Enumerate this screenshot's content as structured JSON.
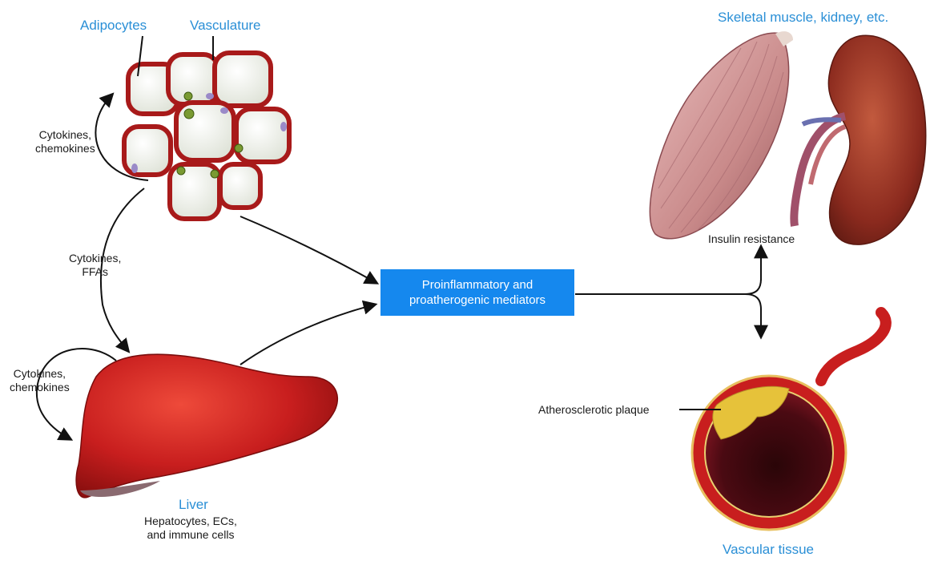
{
  "labels": {
    "adipocytes": "Adipocytes",
    "vasculature": "Vasculature",
    "skeletal_muscle_kidney": "Skeletal muscle, kidney, etc.",
    "liver": "Liver",
    "liver_cells_line1": "Hepatocytes, ECs,",
    "liver_cells_line2": "and immune cells",
    "vascular_tissue": "Vascular tissue",
    "insulin_resistance": "Insulin resistance",
    "atherosclerotic_plaque": "Atherosclerotic plaque",
    "cytokines_chemokines_top_1": "Cytokines,",
    "cytokines_chemokines_top_2": "chemokines",
    "cytokines_ffas_1": "Cytokines,",
    "cytokines_ffas_2": "FFAs",
    "cytokines_chemokines_liver_1": "Cytokines,",
    "cytokines_chemokines_liver_2": "chemokines"
  },
  "mediators": {
    "line1": "Proinflammatory and",
    "line2": "proatherogenic mediators"
  },
  "colors": {
    "accent_blue": "#1588ee",
    "label_blue": "#2a8fd6",
    "liver_red": "#c81e1e",
    "vessel_red": "#b51a1a",
    "plaque_yellow": "#e6c23a",
    "kidney_brown": "#8b2a1e",
    "muscle_pink": "#c98a8a"
  }
}
